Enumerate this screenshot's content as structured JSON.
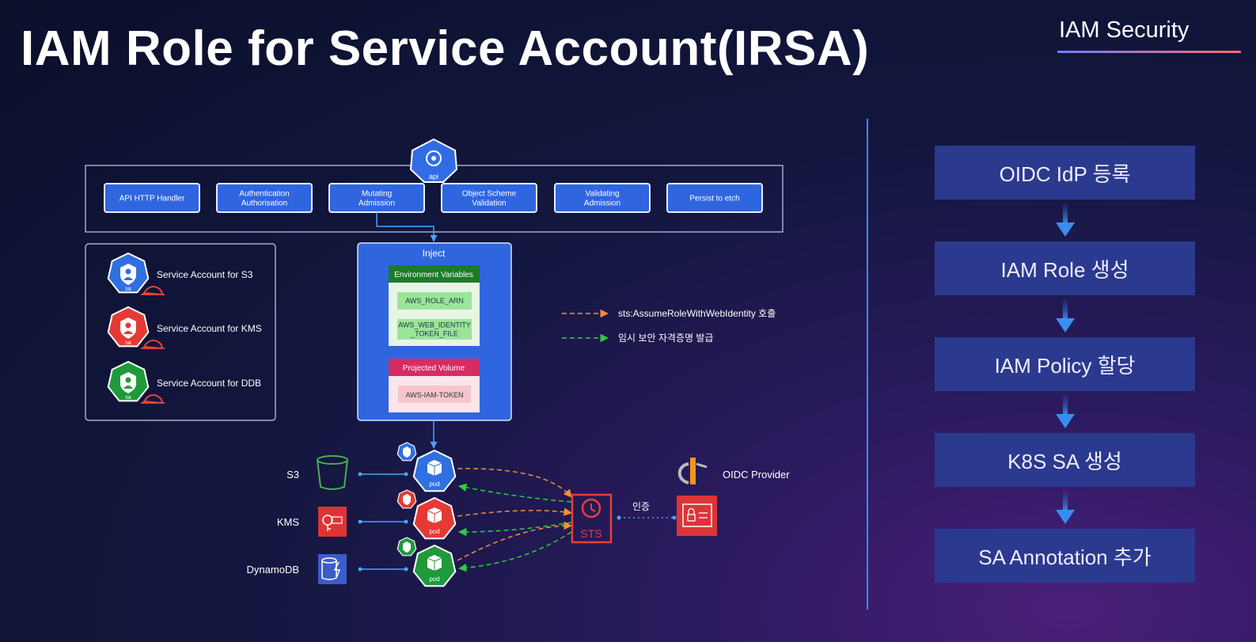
{
  "header": {
    "title": "IAM Role for Service Account(IRSA)",
    "badge": "IAM Security"
  },
  "api": {
    "icon_label": "api",
    "handlers": [
      "API  HTTP Handler",
      "Authentication\nAuthorisation",
      "Mutating\nAdmission",
      "Object Scheme\nValidation",
      "Validating\nAdmission",
      "Persist to etch"
    ]
  },
  "service_accounts": [
    {
      "label": "Service Account for S3",
      "color": "#2f6fe0",
      "icon_label": "sa"
    },
    {
      "label": "Service Account for KMS",
      "color": "#e53935",
      "icon_label": "sa"
    },
    {
      "label": "Service Account for DDB",
      "color": "#1e9a3a",
      "icon_label": "sa"
    }
  ],
  "inject": {
    "title": "Inject",
    "env_title": "Environment Variables",
    "env_vars": [
      "AWS_ROLE_ARN",
      "AWS_WEB_IDENTITY\n_TOKEN_FILE"
    ],
    "volume_title": "Projected Volume",
    "volume_item": "AWS-IAM-TOKEN"
  },
  "legend": [
    {
      "text": "sts:AssumeRoleWithWebIdentity 호출",
      "color": "#f0913a"
    },
    {
      "text": "임시 보안 자격증명 발급",
      "color": "#2ecc40"
    }
  ],
  "services": [
    "S3",
    "KMS",
    "DynamoDB"
  ],
  "pod_label": "pod",
  "sts_label": "STS",
  "auth_label": "인증",
  "oidc_label": "OIDC Provider",
  "steps": [
    "OIDC IdP 등록",
    "IAM Role 생성",
    "IAM Policy 할당",
    "K8S SA 생성",
    "SA Annotation 추가"
  ],
  "colors": {
    "accent": "#3a8df0",
    "step_bg": "#2b3a8e",
    "s3": "#2f6fe0",
    "kms": "#e53935",
    "ddb": "#1e9a3a"
  }
}
